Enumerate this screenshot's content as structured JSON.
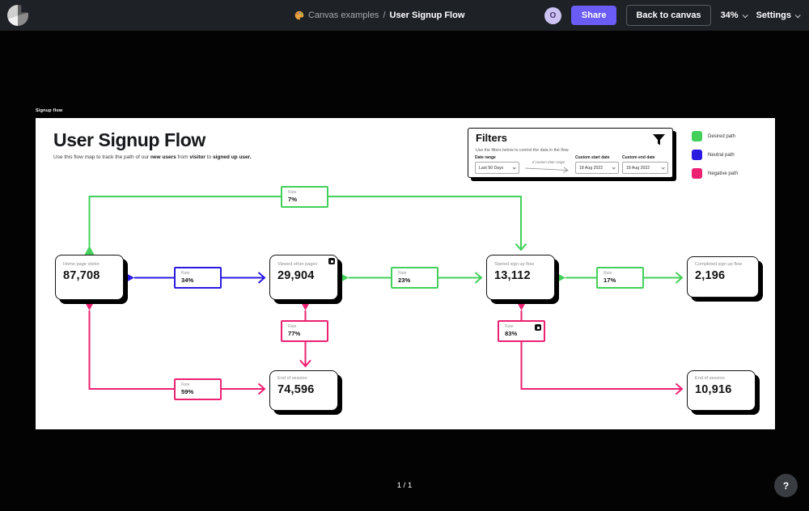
{
  "topbar": {
    "breadcrumb": {
      "icon": "palette-icon",
      "section": "Canvas examples",
      "separator": "/",
      "title": "User Signup Flow"
    },
    "avatar_initial": "O",
    "share_label": "Share",
    "back_to_canvas_label": "Back to canvas",
    "zoom_level": "34%",
    "settings_label": "Settings"
  },
  "canvas": {
    "frame_label": "Signup flow",
    "heading": "User Signup Flow",
    "description": {
      "p0": "Use this flow map to track the path of our ",
      "b0": "new users",
      "p1": " from ",
      "b1": "visitor",
      "p2": " to ",
      "b2": "signed up user."
    },
    "filters": {
      "title": "Filters",
      "icon": "funnel-icon",
      "subtitle": "Use the filters below to control the data in the flow.",
      "date_range": {
        "label": "Date range",
        "value": "Last 90 Days"
      },
      "conditional_label": "If custom date range",
      "custom_start": {
        "label": "Custom start date",
        "value": "18 Aug 2022"
      },
      "custom_end": {
        "label": "Custom end date",
        "value": "18 Aug 2022"
      }
    },
    "legend": {
      "items": [
        {
          "label": "Desired path",
          "color": "#42d05b"
        },
        {
          "label": "Neutral path",
          "color": "#2a1ae0"
        },
        {
          "label": "Negative path",
          "color": "#ec2172"
        }
      ]
    },
    "nodes": {
      "home": {
        "label": "Home page visitor",
        "value": "87,708"
      },
      "viewed": {
        "label": "Viewed other pages",
        "value": "29,904"
      },
      "started": {
        "label": "Started sign up flow",
        "value": "13,112"
      },
      "completed": {
        "label": "Completed sign up flow",
        "value": "2,196"
      },
      "end_mid": {
        "label": "End of session",
        "value": "74,596"
      },
      "end_right": {
        "label": "End of session",
        "value": "10,916"
      }
    },
    "rates": {
      "r7": {
        "label": "Rate",
        "value": "7%"
      },
      "r34": {
        "label": "Rate",
        "value": "34%"
      },
      "r23": {
        "label": "Rate",
        "value": "23%"
      },
      "r17": {
        "label": "Rate",
        "value": "17%"
      },
      "r77": {
        "label": "Rate",
        "value": "77%"
      },
      "r83": {
        "label": "Rate",
        "value": "83%"
      },
      "r59": {
        "label": "Rate",
        "value": "59%"
      }
    },
    "edges": [
      {
        "from": "home",
        "to": "started",
        "rate": "7%",
        "path_type": "desired"
      },
      {
        "from": "home",
        "to": "viewed",
        "rate": "34%",
        "path_type": "neutral"
      },
      {
        "from": "home",
        "to": "end_mid",
        "rate": "59%",
        "path_type": "negative"
      },
      {
        "from": "viewed",
        "to": "started",
        "rate": "23%",
        "path_type": "desired"
      },
      {
        "from": "viewed",
        "to": "end_mid",
        "rate": "77%",
        "path_type": "negative"
      },
      {
        "from": "started",
        "to": "completed",
        "rate": "17%",
        "path_type": "desired"
      },
      {
        "from": "started",
        "to": "end_right",
        "rate": "83%",
        "path_type": "negative"
      }
    ]
  },
  "footer": {
    "page_indicator": "1 / 1",
    "help_label": "?"
  }
}
